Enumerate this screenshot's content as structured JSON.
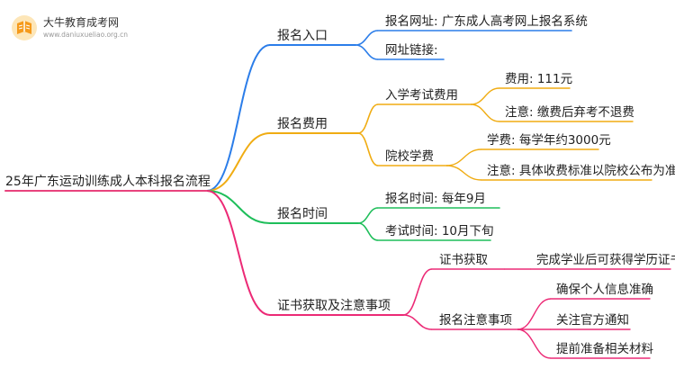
{
  "logo": {
    "name": "大牛教育成考网",
    "url": "www.daniuxueliao.org.cn"
  },
  "root": {
    "label": "25年广东运动训练成人本科报名流程"
  },
  "branches": [
    {
      "id": "entry",
      "label": "报名入口",
      "color": "#2b7de9",
      "children": [
        {
          "label": "报名网址: 广东成人高考网上报名系统"
        },
        {
          "label": "网址链接:"
        }
      ]
    },
    {
      "id": "fee",
      "label": "报名费用",
      "color": "#f0ac12",
      "children": [
        {
          "label": "入学考试费用",
          "children": [
            {
              "label": "费用: 111元"
            },
            {
              "label": "注意: 缴费后弃考不退费"
            }
          ]
        },
        {
          "label": "院校学费",
          "children": [
            {
              "label": "学费: 每学年约3000元"
            },
            {
              "label": "注意: 具体收费标准以院校公布为准"
            }
          ]
        }
      ]
    },
    {
      "id": "time",
      "label": "报名时间",
      "color": "#1ebe5a",
      "children": [
        {
          "label": "报名时间: 每年9月"
        },
        {
          "label": "考试时间: 10月下旬"
        }
      ]
    },
    {
      "id": "cert",
      "label": "证书获取及注意事项",
      "color": "#ec2a76",
      "children": [
        {
          "label": "证书获取",
          "children": [
            {
              "label": "完成学业后可获得学历证书"
            }
          ]
        },
        {
          "label": "报名注意事项",
          "children": [
            {
              "label": "确保个人信息准确"
            },
            {
              "label": "关注官方通知"
            },
            {
              "label": "提前准备相关材料"
            }
          ]
        }
      ]
    }
  ]
}
